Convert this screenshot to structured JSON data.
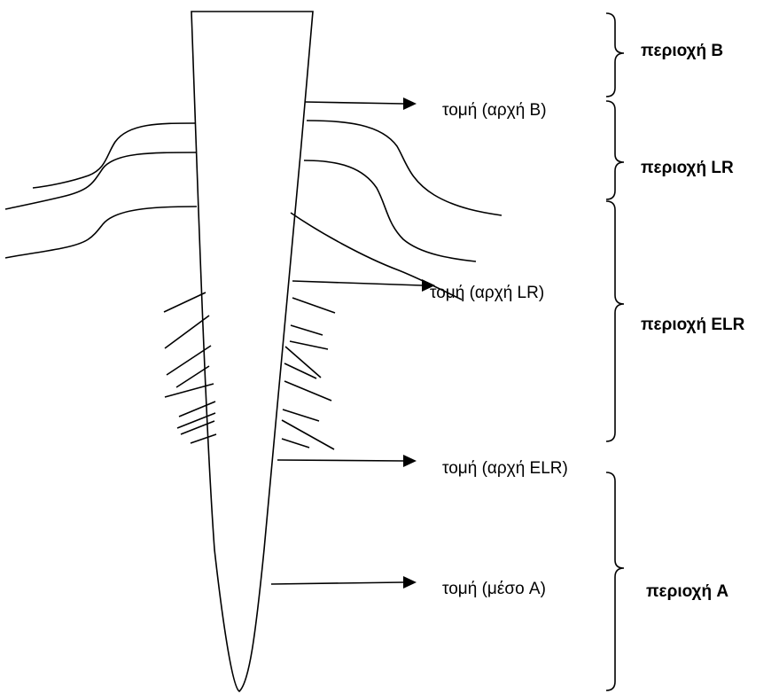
{
  "cuts": [
    {
      "id": "b-start",
      "label": "τομή (αρχή B)"
    },
    {
      "id": "lr-start",
      "label": "τομή (αρχή LR)"
    },
    {
      "id": "elr-start",
      "label": "τομή (αρχή ELR)"
    },
    {
      "id": "a-middle",
      "label": "τομή (μέσο A)"
    }
  ],
  "regions": [
    {
      "id": "b",
      "label": "περιοχή B"
    },
    {
      "id": "lr",
      "label": "περιοχή LR"
    },
    {
      "id": "elr",
      "label": "περιοχή ELR"
    },
    {
      "id": "a",
      "label": "περιοχή A"
    }
  ]
}
